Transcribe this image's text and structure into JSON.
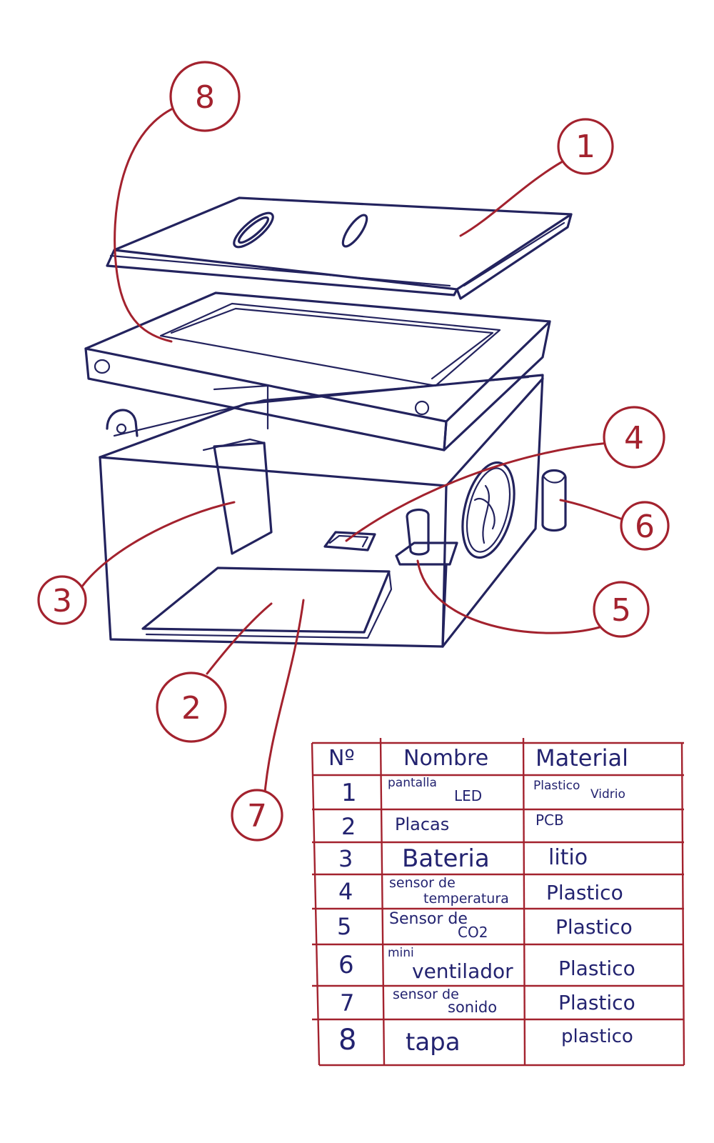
{
  "callouts": [
    "1",
    "2",
    "3",
    "4",
    "5",
    "6",
    "7",
    "8"
  ],
  "table": {
    "headers": {
      "num": "Nº",
      "name": "Nombre",
      "material": "Material"
    },
    "rows": [
      {
        "num": "1",
        "name_a": "pantalla",
        "name_b": "LED",
        "mat_a": "Plastico",
        "mat_b": "Vidrio"
      },
      {
        "num": "2",
        "name_a": "Placas",
        "name_b": "",
        "mat_a": "PCB",
        "mat_b": ""
      },
      {
        "num": "3",
        "name_a": "Bateria",
        "name_b": "",
        "mat_a": "litio",
        "mat_b": ""
      },
      {
        "num": "4",
        "name_a": "sensor de",
        "name_b": "temperatura",
        "mat_a": "Plastico",
        "mat_b": ""
      },
      {
        "num": "5",
        "name_a": "Sensor de",
        "name_b": "CO2",
        "mat_a": "Plastico",
        "mat_b": ""
      },
      {
        "num": "6",
        "name_a": "mini",
        "name_b": "ventilador",
        "mat_a": "Plastico",
        "mat_b": ""
      },
      {
        "num": "7",
        "name_a": "sensor de",
        "name_b": "sonido",
        "mat_a": "Plastico",
        "mat_b": ""
      },
      {
        "num": "8",
        "name_a": "tapa",
        "name_b": "",
        "mat_a": "plastico",
        "mat_b": ""
      }
    ]
  },
  "colors": {
    "ink": "#23235e",
    "callout": "#a3222e",
    "table_ink": "#232370"
  }
}
